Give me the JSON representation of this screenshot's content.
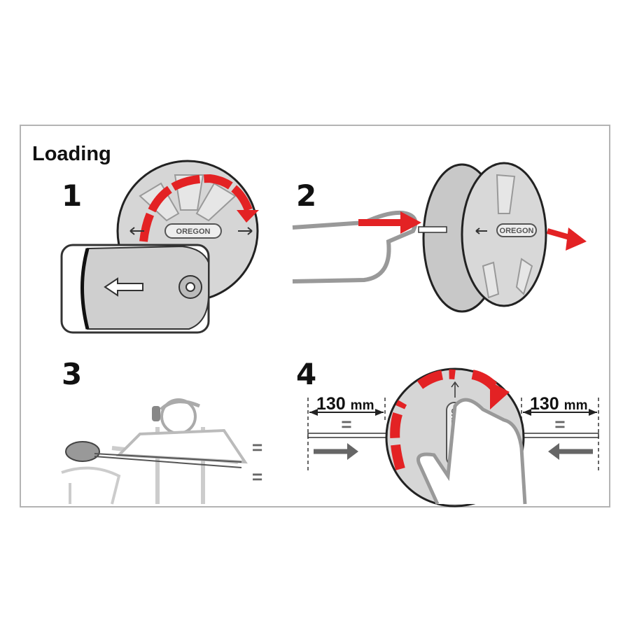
{
  "title": "Loading",
  "steps": [
    {
      "number": "1",
      "logo": "OREGON"
    },
    {
      "number": "2",
      "logo": "OREGON"
    },
    {
      "number": "3",
      "equal_top": "=",
      "equal_bottom": "="
    },
    {
      "number": "4",
      "logo": "OREGON",
      "left_measure": {
        "value": "130",
        "unit": "mm",
        "equal": "="
      },
      "right_measure": {
        "value": "130",
        "unit": "mm",
        "equal": "="
      }
    }
  ],
  "colors": {
    "accent_arrow": "#e32224",
    "spool_fill": "#d6d6d6",
    "outline": "#222222",
    "frame_border": "#b4b4b4"
  }
}
